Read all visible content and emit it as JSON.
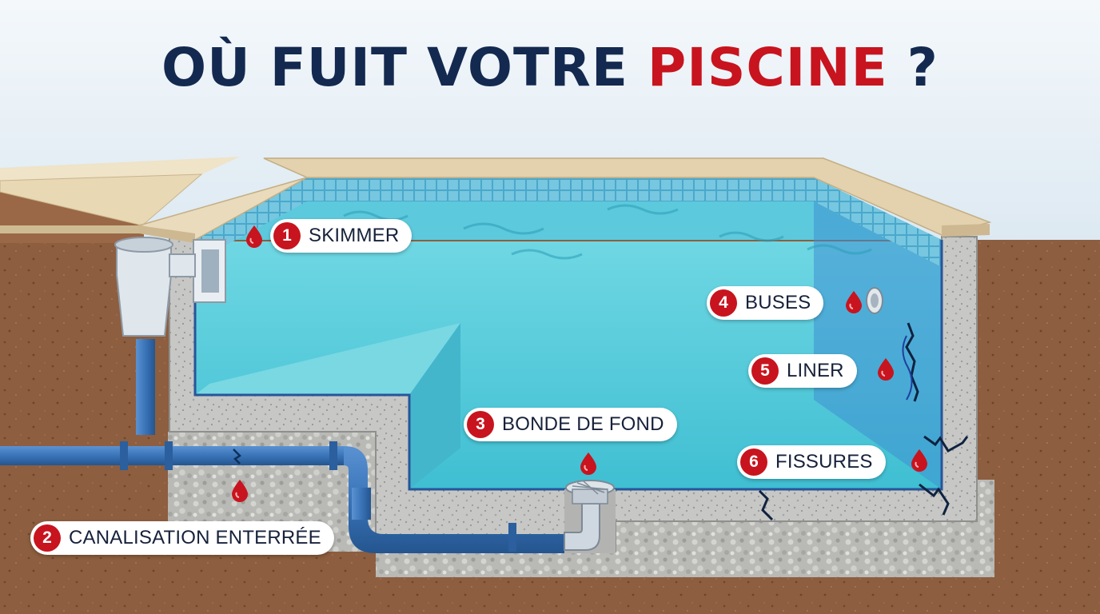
{
  "title": {
    "text": "OÙ FUIT VOTRE ",
    "accent": "PISCINE",
    "suffix": " ?"
  },
  "colors": {
    "title": "#14294f",
    "accent": "#c8141e",
    "water": "#4cc6d8",
    "pipe": "#3a74b8",
    "soil": "#8a5a3b",
    "concrete": "#c9c9c9",
    "coping": "#e7d8b8"
  },
  "leak_points": [
    {
      "number": "1",
      "label": "SKIMMER"
    },
    {
      "number": "2",
      "label": "CANALISATION ENTERRÉE"
    },
    {
      "number": "3",
      "label": "BONDE DE FOND"
    },
    {
      "number": "4",
      "label": "BUSES"
    },
    {
      "number": "5",
      "label": "LINER"
    },
    {
      "number": "6",
      "label": "FISSURES"
    }
  ],
  "icons": {
    "leak": "water-drop-icon",
    "crack": "crack-icon",
    "component": "skimmer-icon"
  }
}
